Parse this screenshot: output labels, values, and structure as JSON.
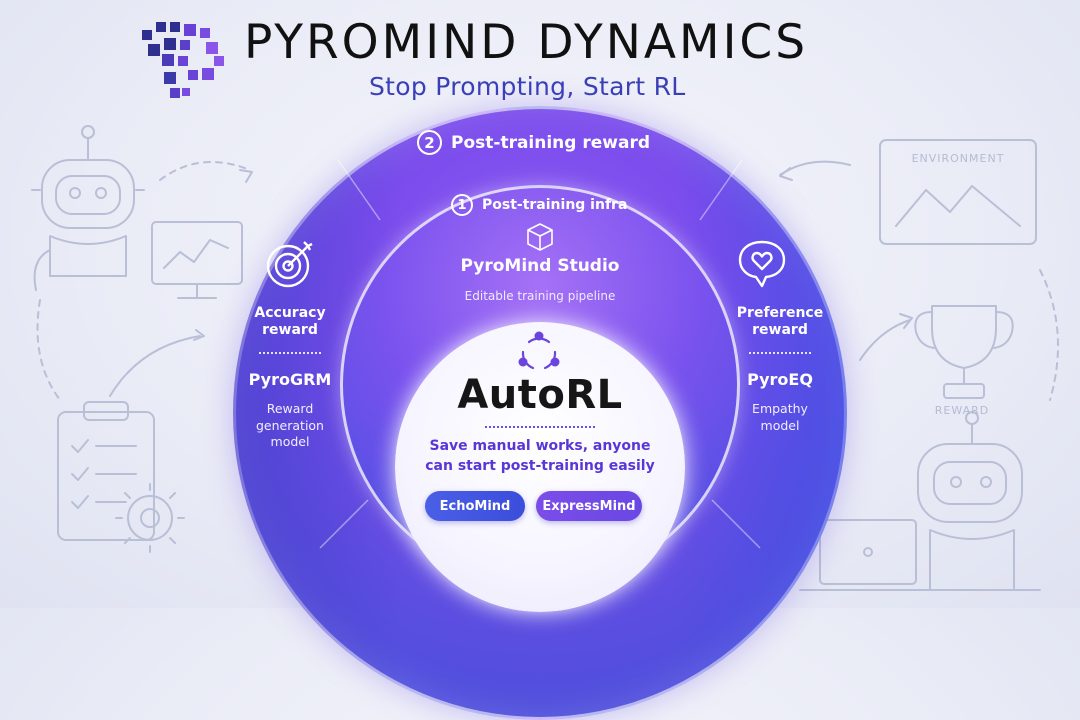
{
  "header": {
    "brand_name": "PYROMIND DYNAMICS",
    "tagline": "Stop Prompting, Start RL",
    "logo_icon": "pixel-p-logo"
  },
  "background_sketch": {
    "environment_label": "ENVIRONMENT",
    "reward_label": "REWARD"
  },
  "outer_ring": {
    "step_number": "2",
    "title": "Post-training reward"
  },
  "middle_ring": {
    "step_number": "1",
    "title": "Post-training infra",
    "product": "PyroMind Studio",
    "description": "Editable training pipeline",
    "icon": "cube-icon"
  },
  "left_column": {
    "icon": "target-icon",
    "title_line1": "Accuracy",
    "title_line2": "reward",
    "model": "PyroGRM",
    "desc_line1": "Reward",
    "desc_line2": "generation",
    "desc_line3": "model"
  },
  "right_column": {
    "icon": "heart-chat-icon",
    "title_line1": "Preference",
    "title_line2": "reward",
    "model": "PyroEQ",
    "desc_line1": "Empathy",
    "desc_line2": "model"
  },
  "center": {
    "icon": "cycle-icon",
    "title": "AutoRL",
    "desc_line1": "Save manual works, anyone",
    "desc_line2": "can start post-training easily",
    "pills": [
      "EchoMind",
      "ExpressMind"
    ]
  },
  "colors": {
    "outer_ring": "#7a4cec",
    "middle_ring": "#7a52ee",
    "tagline": "#3a3fb8",
    "center_text": "#5a36d6",
    "pill_echo": "#4a5fe6",
    "pill_express": "#7b4de9"
  }
}
